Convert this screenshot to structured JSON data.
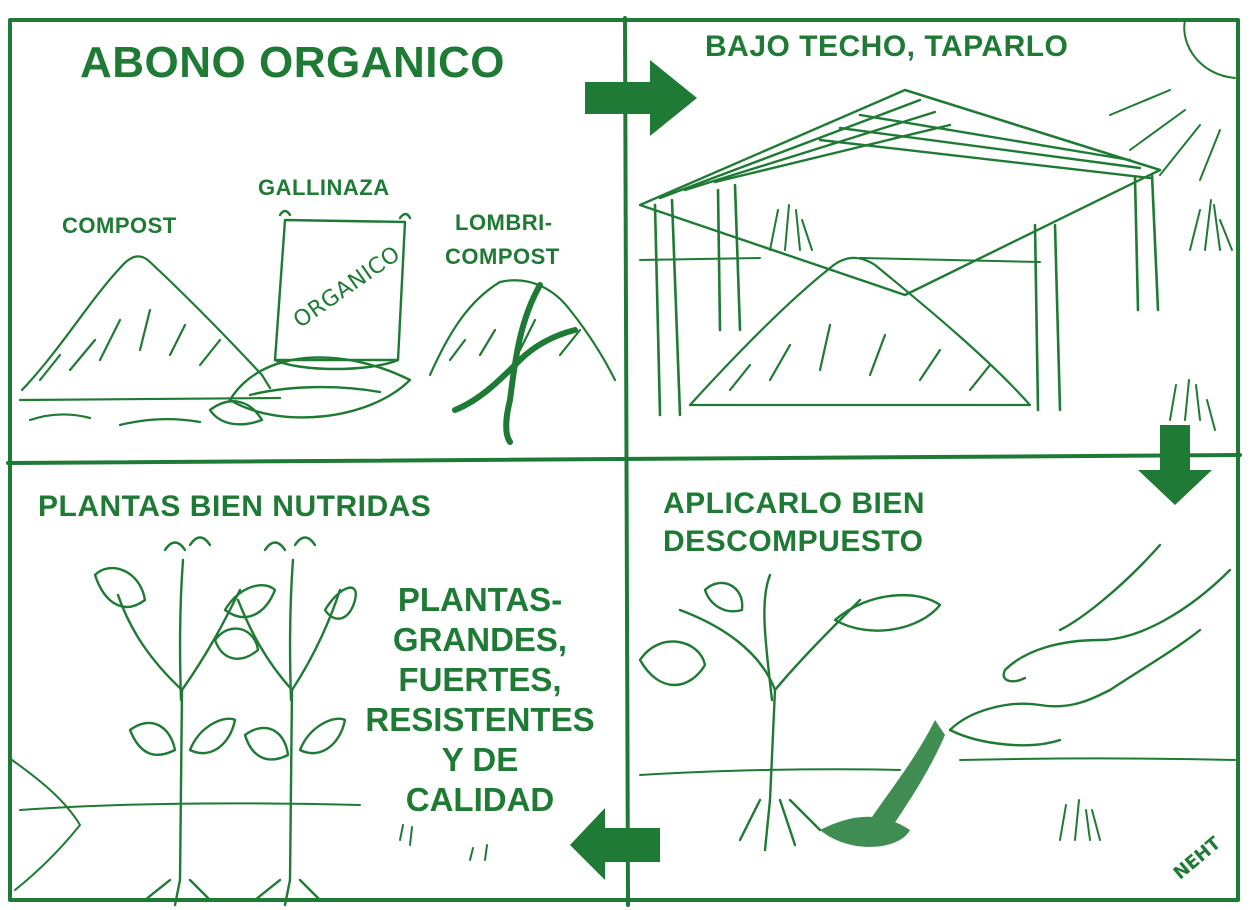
{
  "title": "ABONO ORGANICO",
  "panel_top_left": {
    "labels": {
      "compost": "COMPOST",
      "gallinaza": "GALLINAZA",
      "lombri_1": "LOMBRI-",
      "lombri_2": "COMPOST",
      "bag_text": "ORGANICO"
    }
  },
  "panel_top_right": {
    "heading": "BAJO TECHO, TAPARLO"
  },
  "panel_bottom_right": {
    "heading_1": "APLICARLO BIEN",
    "heading_2": "DESCOMPUESTO",
    "signature": "NEHT"
  },
  "panel_bottom_left": {
    "heading": "PLANTAS BIEN NUTRIDAS",
    "body_lines": [
      "PLANTAS-",
      "GRANDES,",
      "FUERTES,",
      "RESISTENTES",
      "Y DE",
      "CALIDAD"
    ]
  },
  "colors": {
    "ink": "#1e7a34",
    "paper": "#ffffff"
  }
}
